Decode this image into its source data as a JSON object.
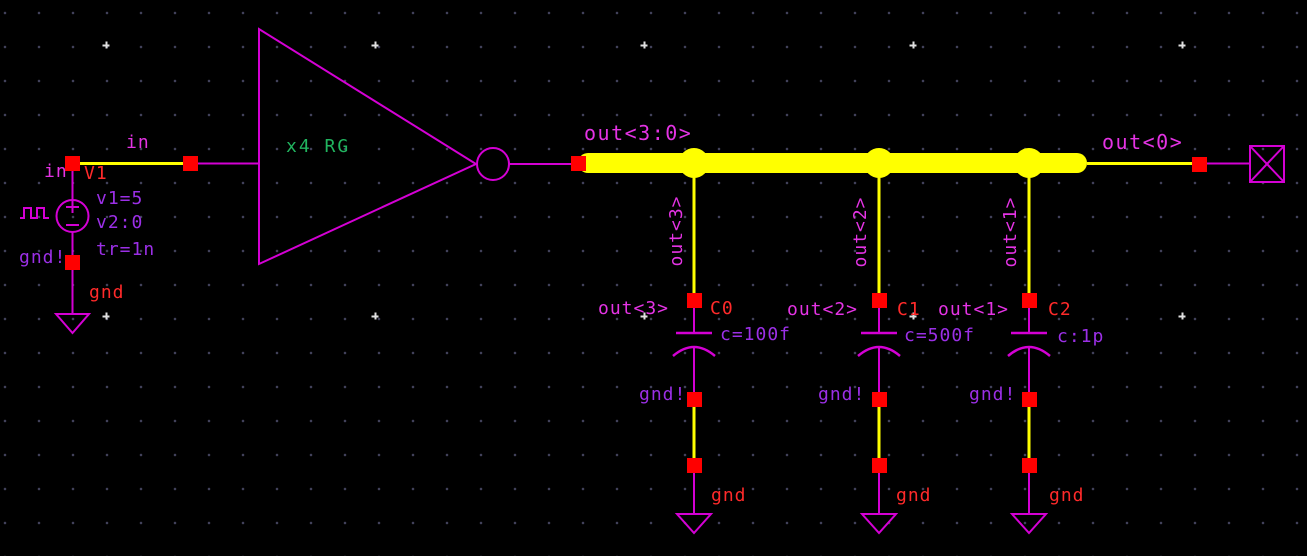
{
  "canvas": {
    "background": "#000000"
  },
  "colors": {
    "wire_magenta": "#d400d4",
    "bus_yellow": "#ffff00",
    "pin_red": "#ff0000",
    "net_label_magenta": "#e433e4",
    "param_label_purple": "#9b2fe6",
    "instance_label_red": "#ff2a2a",
    "device_label_green": "#21b45f",
    "grid_dot": "#41415a"
  },
  "voltage_source": {
    "instance_name": "V1",
    "pin_net_label": "in",
    "wire_net_label": "in",
    "param1": "v1=5",
    "param2": "v2:0",
    "param3": "tr=1n",
    "gnd_net_label": "gnd!",
    "gnd_symbol_label": "gnd"
  },
  "inverter": {
    "label": "x4 RG"
  },
  "bus": {
    "label": "out<3:0>",
    "out0_label": "out<0>"
  },
  "branches": [
    {
      "tap_label": "out<3>",
      "net_label": "out<3>",
      "instance_name": "C0",
      "value": "c=100f",
      "gnd_net_label": "gnd!",
      "gnd_symbol_label": "gnd"
    },
    {
      "tap_label": "out<2>",
      "net_label": "out<2>",
      "instance_name": "C1",
      "value": "c=500f",
      "gnd_net_label": "gnd!",
      "gnd_symbol_label": "gnd"
    },
    {
      "tap_label": "out<1>",
      "net_label": "out<1>",
      "instance_name": "C2",
      "value": "c:1p",
      "gnd_net_label": "gnd!",
      "gnd_symbol_label": "gnd"
    }
  ]
}
